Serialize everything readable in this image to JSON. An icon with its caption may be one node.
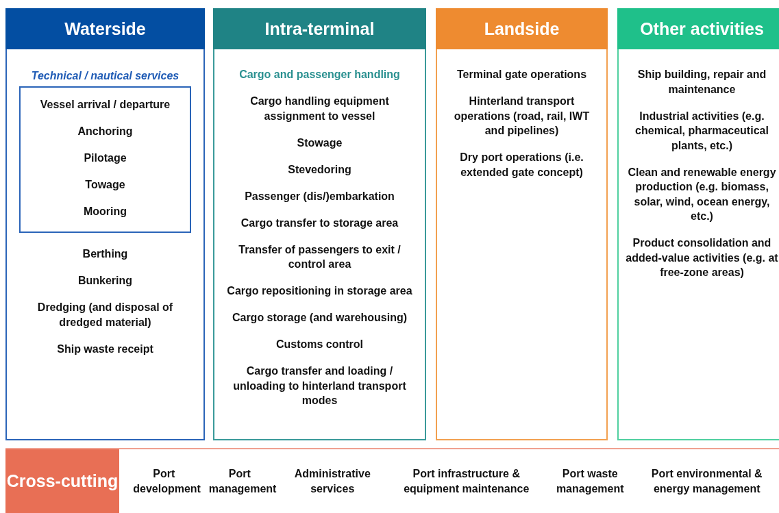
{
  "diagram": {
    "nodes": [
      {
        "text": [
          "Waterside",
          "Berthing",
          "Bunkering",
          "Dredging (and disposal of dredged material)",
          "Ship waste receipt"
        ]
      },
      {
        "text": [
          "Technical / nautical services",
          "Vessel arrival / departure",
          "Anchoring",
          "Pilotage",
          "Towage",
          "Mooring"
        ],
        "in": 0
      },
      {
        "text": [
          "Intra-terminal",
          "Cargo and passenger handling",
          "Cargo handling equipment assignment to vessel",
          "Stowage",
          "Stevedoring",
          "Passenger (dis/)embarkation",
          "Cargo transfer to storage area",
          "Transfer of passengers to exit / control area",
          "Cargo repositioning in storage area",
          "Cargo storage (and warehousing)",
          "Customs control",
          "Cargo transfer and loading / unloading to hinterland transport modes"
        ]
      },
      {
        "text": [
          "Landside",
          "Terminal gate operations",
          "Hinterland transport operations (road, rail, IWT and pipelines)",
          "Dry port operations (i.e. extended gate concept)"
        ]
      },
      {
        "text": [
          "Other activities",
          "Ship building, repair and maintenance",
          "Industrial activities (e.g. chemical, pharmaceutical plants, etc.)",
          "Clean and renewable energy production (e.g. biomass, solar, wind, ocean energy, etc.)",
          "Product consolidation and added-value activities (e.g. at free-zone areas)"
        ]
      },
      {
        "text": [
          "Cross-cutting",
          "Port development",
          "Port management",
          "Administrative services",
          "Port infrastructure & equipment maintenance",
          "Port waste management",
          "Port environmental & energy management"
        ]
      }
    ]
  }
}
